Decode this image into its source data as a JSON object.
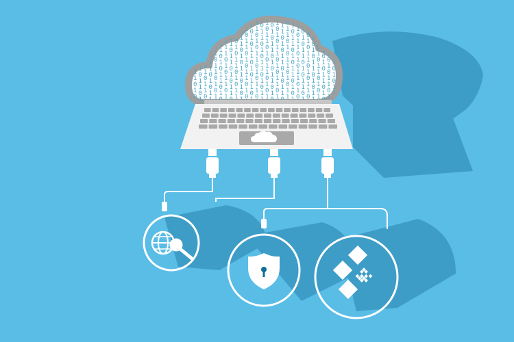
{
  "colors": {
    "background": "#59bde6",
    "shadow": "#3e9dc7",
    "white": "#ffffff",
    "cloud_outline": "#9e9e9e",
    "binary_text": "#4fa9c6",
    "keyboard_key": "#a9a9a9",
    "laptop_body": "#f2f2f2",
    "laptop_hinge": "#c6c6c6",
    "icon_dark": "#0f6f95"
  },
  "icons": {
    "cloud": "cloud-binary-data",
    "laptop": "laptop-keyboard",
    "touchpad": "cloud-icon",
    "connectors": "usb-plug",
    "circle_left": "globe-search-icon",
    "circle_middle": "shield-keyhole-icon",
    "circle_right": "qr-blocks-icon"
  }
}
